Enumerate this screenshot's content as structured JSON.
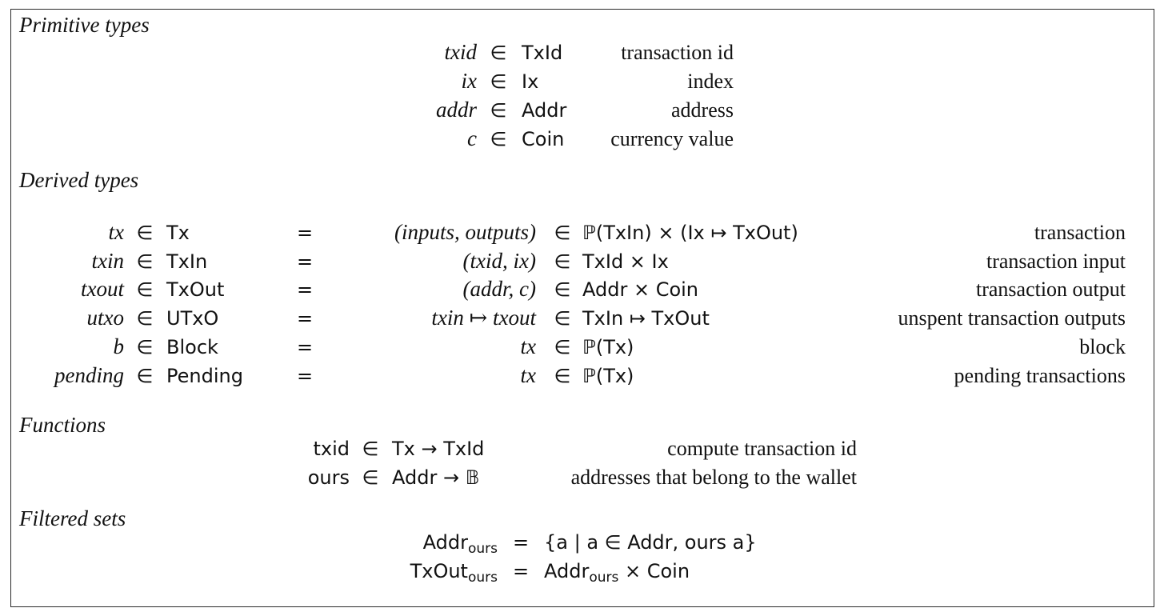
{
  "sections": {
    "primitive": "Primitive types",
    "derived": "Derived types",
    "functions": "Functions",
    "filtered": "Filtered sets"
  },
  "symbols": {
    "in": "∈",
    "eq": "=",
    "times": "×",
    "mapsto": "↦",
    "to": "→"
  },
  "primitive": [
    {
      "var": "txid",
      "type": "TxId",
      "desc": "transaction id"
    },
    {
      "var": "ix",
      "type": "Ix",
      "desc": "index"
    },
    {
      "var": "addr",
      "type": "Addr",
      "desc": "address"
    },
    {
      "var": "c",
      "type": "Coin",
      "desc": "currency value"
    }
  ],
  "derived": [
    {
      "var": "tx",
      "type": "Tx",
      "expr": "(inputs, outputs)",
      "def": "ℙ(TxIn) × (Ix ↦ TxOut)",
      "desc": "transaction"
    },
    {
      "var": "txin",
      "type": "TxIn",
      "expr": "(txid, ix)",
      "def": "TxId × Ix",
      "desc": "transaction input"
    },
    {
      "var": "txout",
      "type": "TxOut",
      "expr": "(addr, c)",
      "def": "Addr × Coin",
      "desc": "transaction output"
    },
    {
      "var": "utxo",
      "type": "UTxO",
      "expr": "txin ↦ txout",
      "def": "TxIn ↦ TxOut",
      "desc": "unspent transaction outputs"
    },
    {
      "var": "b",
      "type": "Block",
      "expr": "tx",
      "def": "ℙ(Tx)",
      "desc": "block"
    },
    {
      "var": "pending",
      "type": "Pending",
      "expr": "tx",
      "def": "ℙ(Tx)",
      "desc": "pending transactions"
    }
  ],
  "functions": [
    {
      "name": "txid",
      "sig": "Tx → TxId",
      "desc": "compute transaction id"
    },
    {
      "name": "ours",
      "sig": "Addr → 𝔹",
      "desc": "addresses that belong to the wallet"
    }
  ],
  "filtered": [
    {
      "base": "Addr",
      "subscript": "ours",
      "def": "{a | a ∈ Addr, ours a}"
    },
    {
      "base": "TxOut",
      "subscript": "ours",
      "def_base": "Addr",
      "def_subscript": "ours",
      "def_rest": " × Coin"
    }
  ]
}
